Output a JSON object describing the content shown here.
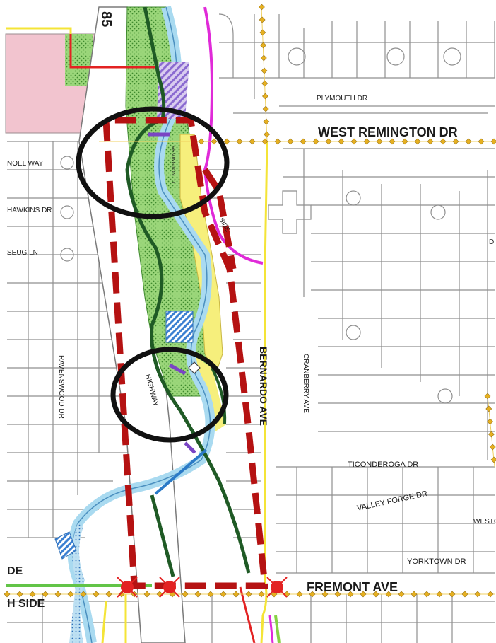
{
  "map": {
    "route_number": "85",
    "streets": {
      "west_remington": "WEST REMINGTON DR",
      "fremont": "FREMONT AVE",
      "bernardo": "BERNARDO AVE",
      "plymouth": "PLYMOUTH DR",
      "ticonderoga": "TICONDEROGA DR",
      "valley_forge": "VALLEY FORGE DR",
      "yorktown": "YORKTOWN DR",
      "cranberry": "CRANBERRY AVE",
      "ravenswood": "RAVENSWOOD DR",
      "highway": "HIGHWAY",
      "noel": "NOEL WAY",
      "hawkins": "HAWKINS DR",
      "seug": "SEUG LN",
      "remington_ct": "REMINGTON CT",
      "west_cut": "WESTC",
      "side_cut": "SIDE",
      "th_side_cut": "H SIDE",
      "de_cut": "DE",
      "d_cut": "D"
    }
  }
}
